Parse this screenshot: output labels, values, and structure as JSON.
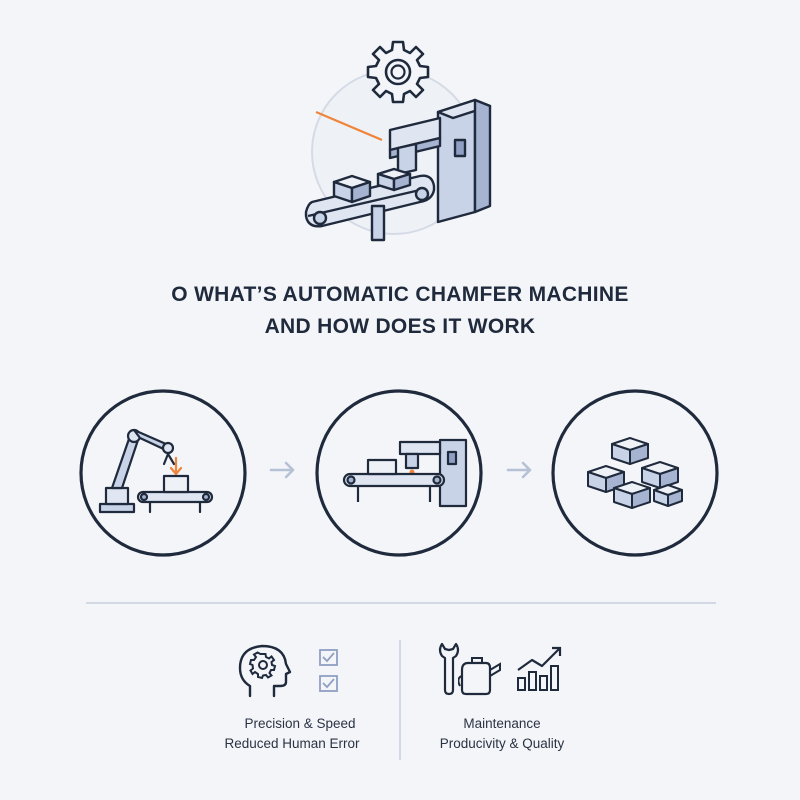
{
  "title": {
    "line1": "O WHAT’S AUTOMATIC CHAMFER MACHINE",
    "line2": "AND HOW DOES IT WORK"
  },
  "hero": {
    "icons": [
      "gear-icon",
      "chamfer-machine-icon",
      "conveyor-icon",
      "laser-beam-icon"
    ]
  },
  "steps": [
    {
      "icon": "robot-arm-icon"
    },
    {
      "icon": "chamfer-machine-icon"
    },
    {
      "icon": "stacked-blocks-icon"
    }
  ],
  "arrows": [
    "arrow-right-icon",
    "arrow-right-icon"
  ],
  "benefits": {
    "left": {
      "line1": "Precision & Speed",
      "line2": "Reduced Human Error",
      "icons": [
        "head-gear-icon",
        "checkbox-icon"
      ]
    },
    "right": {
      "line1": "Maintenance",
      "line2": "Producivity & Quality",
      "icons": [
        "wrench-icon",
        "oil-can-icon",
        "growth-chart-icon"
      ]
    }
  },
  "colors": {
    "navy": "#1f2a3d",
    "steel": "#c9d3e8",
    "steel_dark": "#a7b4d1",
    "accent": "#f0843a",
    "arrow": "#b6c1d6",
    "check": "#8fa0c4"
  }
}
